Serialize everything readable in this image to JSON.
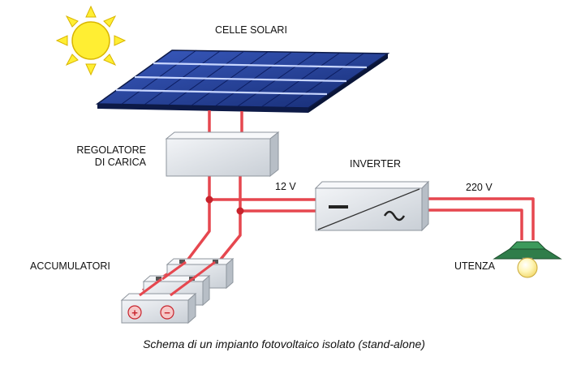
{
  "labels": {
    "solar_cells": "CELLE SOLARI",
    "charge_regulator_line1": "REGOLATORE",
    "charge_regulator_line2": "DI CARICA",
    "inverter": "INVERTER",
    "voltage_dc": "12 V",
    "voltage_ac": "220 V",
    "batteries": "ACCUMULATORI",
    "load": "UTENZA"
  },
  "caption": "Schema di un impianto fotovoltaico isolato (stand-alone)",
  "battery_symbols": {
    "positive": "+",
    "negative": "−"
  },
  "colors": {
    "wire": "#e6474f",
    "wire_highlight": "#f4a9ae",
    "panel": "#1f3b8f",
    "sun": "#ffee33",
    "box": "#dde1e6",
    "lamp_shade": "#2f7d4a",
    "bulb": "#ffef9c"
  }
}
